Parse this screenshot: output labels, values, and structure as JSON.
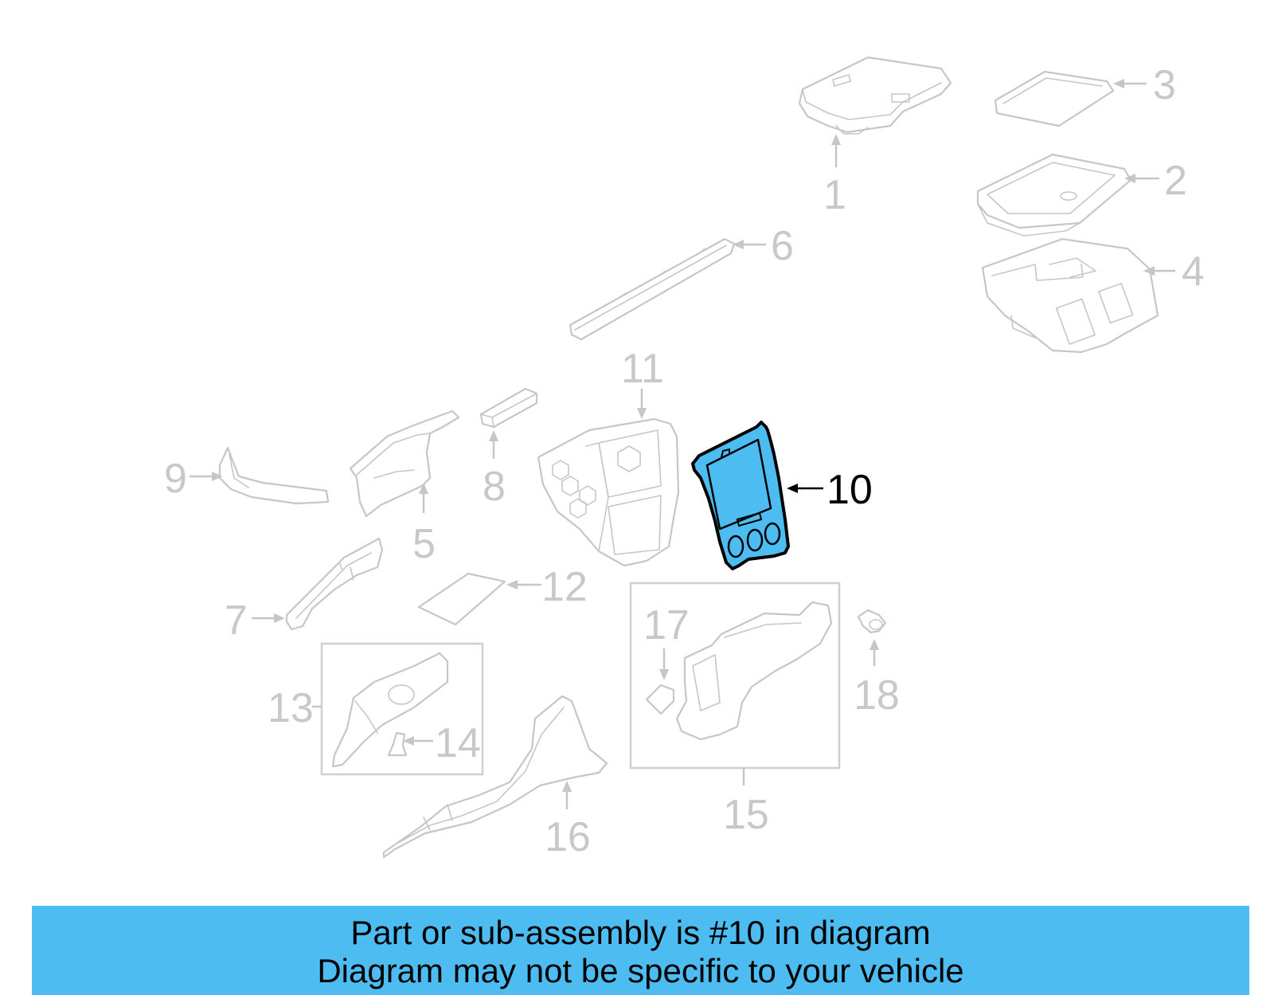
{
  "diagram": {
    "highlighted_part": "10",
    "highlight_color": "#4cbcf1",
    "inactive_color": "#c6c6c6",
    "callouts": {
      "c1": "1",
      "c2": "2",
      "c3": "3",
      "c4": "4",
      "c5": "5",
      "c6": "6",
      "c7": "7",
      "c8": "8",
      "c9": "9",
      "c10": "10",
      "c11": "11",
      "c12": "12",
      "c13": "13",
      "c14": "14",
      "c15": "15",
      "c16": "16",
      "c17": "17",
      "c18": "18"
    }
  },
  "banner": {
    "line1": "Part or sub-assembly is #10 in diagram",
    "line2": "Diagram may not be specific to your vehicle"
  }
}
